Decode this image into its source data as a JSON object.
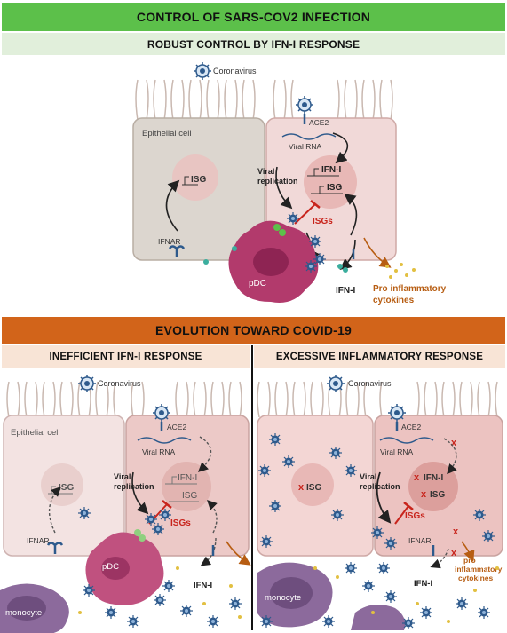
{
  "header": {
    "title": "CONTROL OF SARS-COV2 INFECTION",
    "subtitle": "ROBUST CONTROL BY IFN-I RESPONSE"
  },
  "top": {
    "coronavirus": "Coronavirus",
    "epithelial": "Epithelial cell",
    "isg": "ISG",
    "ifnar": "IFNAR",
    "ace2": "ACE2",
    "viral_rna": "Viral RNA",
    "viral": "Viral",
    "replication": "replication",
    "ifn_i": "IFN-I",
    "isg2": "ISG",
    "isgs": "ISGs",
    "pdc": "pDC",
    "ifn_out": "IFN-I",
    "pro1": "Pro inflammatory",
    "pro2": "cytokines"
  },
  "evolution": {
    "title": "EVOLUTION TOWARD COVID-19",
    "left_title": "INEFFICIENT IFN-I RESPONSE",
    "right_title": "EXCESSIVE INFLAMMATORY RESPONSE"
  },
  "left": {
    "coronavirus": "Coronavirus",
    "epithelial": "Epithelial cell",
    "isg": "ISG",
    "ifnar": "IFNAR",
    "ace2": "ACE2",
    "viral_rna": "Viral RNA",
    "viral": "Viral",
    "replication": "replication",
    "ifn_i": "IFN-I",
    "isg2": "ISG",
    "isgs": "ISGs",
    "pdc": "pDC",
    "ifn_out": "IFN-I",
    "monocyte": "monocyte"
  },
  "right": {
    "coronavirus": "Coronavirus",
    "ace2": "ACE2",
    "isg": "ISG",
    "viral_rna": "Viral RNA",
    "viral": "Viral",
    "replication": "replication",
    "ifn_i": "IFN-I",
    "isg2": "ISG",
    "isgs": "ISGs",
    "ifnar": "IFNAR",
    "ifn_out": "IFN-I",
    "pro1": "pro",
    "pro2": "inflammatory",
    "pro3": "cytokines",
    "monocyte": "monocyte"
  },
  "colors": {
    "green_bar": "#5cc04a",
    "green_light": "#e1efdb",
    "orange_bar": "#d2641a",
    "orange_light": "#f8e4d6",
    "cell_gray": "#dcd6cf",
    "cell_pink": "#f1d9d8",
    "nucleus": "#e8b8b6",
    "pdc": "#b23a6c",
    "monocyte": "#8c6a9c",
    "virus": "#2e5a8c",
    "red": "#c8241c",
    "orange_text": "#b75d12"
  }
}
